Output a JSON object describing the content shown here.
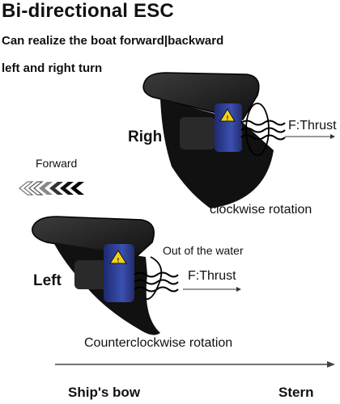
{
  "title": "Bi-directional ESC",
  "subtitle_line1": "Can realize the boat forward|backward",
  "subtitle_line2": "left and right turn",
  "top_unit": {
    "side_label": "Righ",
    "thrust_label": "F:Thrust",
    "rotation_label": "clockwise rotation"
  },
  "forward_indicator": {
    "label": "Forward"
  },
  "bottom_unit": {
    "side_label": "Left",
    "water_label": "Out of the water",
    "thrust_label": "F:Thrust",
    "rotation_label": "Counterclockwise rotation"
  },
  "axis": {
    "left_label": "Ship's bow",
    "right_label": "Stern"
  },
  "colors": {
    "motor_blue": "#2f3f8f",
    "fin_black": "#1a1a1a",
    "warning_yellow": "#f2d21b"
  }
}
